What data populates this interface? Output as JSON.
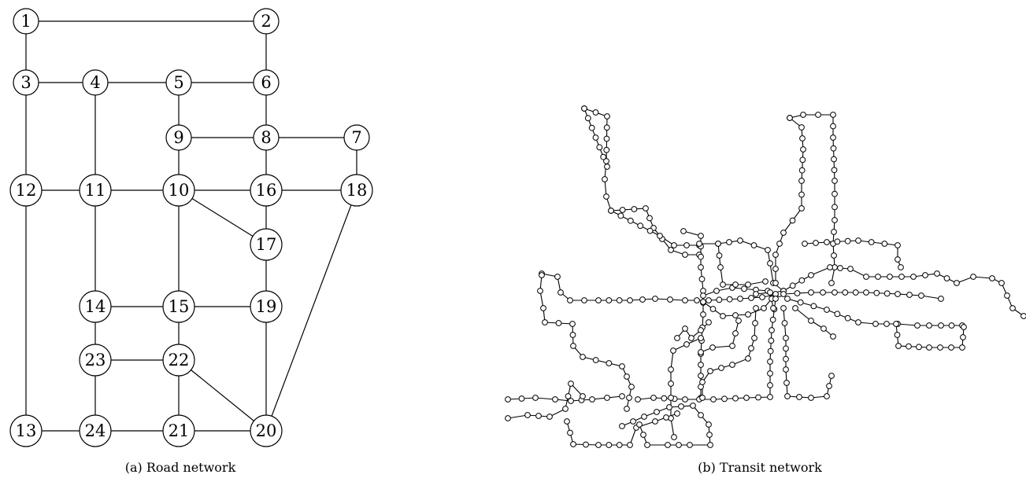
{
  "road": {
    "caption": "(a) Road network",
    "nodes": [
      "1",
      "2",
      "3",
      "4",
      "5",
      "6",
      "7",
      "8",
      "9",
      "10",
      "11",
      "12",
      "13",
      "14",
      "15",
      "16",
      "17",
      "18",
      "19",
      "20",
      "21",
      "22",
      "23",
      "24"
    ],
    "edges": [
      [
        "1",
        "2"
      ],
      [
        "1",
        "3"
      ],
      [
        "2",
        "6"
      ],
      [
        "3",
        "4"
      ],
      [
        "4",
        "5"
      ],
      [
        "5",
        "6"
      ],
      [
        "3",
        "12"
      ],
      [
        "4",
        "11"
      ],
      [
        "5",
        "9"
      ],
      [
        "6",
        "8"
      ],
      [
        "9",
        "8"
      ],
      [
        "8",
        "7"
      ],
      [
        "9",
        "10"
      ],
      [
        "8",
        "16"
      ],
      [
        "7",
        "18"
      ],
      [
        "12",
        "11"
      ],
      [
        "11",
        "10"
      ],
      [
        "10",
        "16"
      ],
      [
        "16",
        "18"
      ],
      [
        "10",
        "17"
      ],
      [
        "16",
        "17"
      ],
      [
        "12",
        "13"
      ],
      [
        "11",
        "14"
      ],
      [
        "10",
        "15"
      ],
      [
        "17",
        "19"
      ],
      [
        "18",
        "20"
      ],
      [
        "14",
        "15"
      ],
      [
        "15",
        "19"
      ],
      [
        "14",
        "23"
      ],
      [
        "15",
        "22"
      ],
      [
        "19",
        "20"
      ],
      [
        "23",
        "22"
      ],
      [
        "22",
        "20"
      ],
      [
        "23",
        "24"
      ],
      [
        "22",
        "21"
      ],
      [
        "13",
        "24"
      ],
      [
        "24",
        "21"
      ],
      [
        "21",
        "20"
      ]
    ]
  },
  "transit": {
    "caption": "(b) Transit network"
  }
}
